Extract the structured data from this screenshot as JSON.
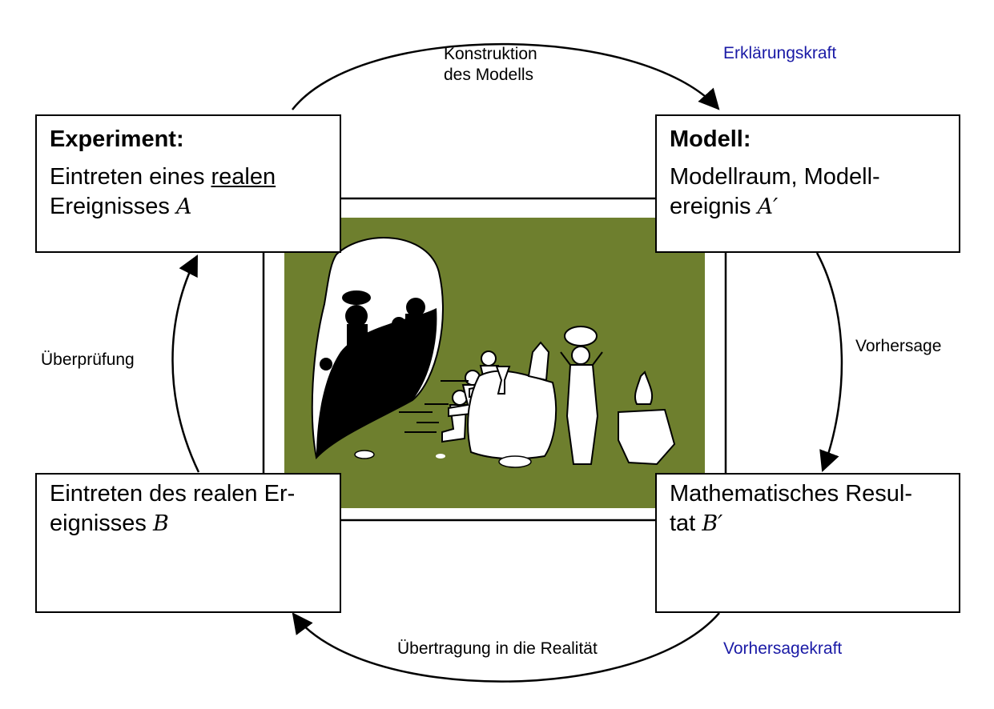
{
  "colors": {
    "accent_blue": "#1a1aa6",
    "picture_background": "#6e7f2e"
  },
  "boxes": {
    "experiment": {
      "title": "Experiment:",
      "body_prefix": "Eintreten eines ",
      "body_underlined": "realen",
      "body_line2": "Ereignisses",
      "symbol": "A"
    },
    "model": {
      "title": "Modell:",
      "body_line1": "Modellraum, Modell-",
      "body_line2": "ereignis",
      "symbol": "A′"
    },
    "real_event_b": {
      "body_line1": "Eintreten des realen Er-",
      "body_line2": "eignisses",
      "symbol": "B"
    },
    "math_result": {
      "body_line1": "Mathematisches Resul-",
      "body_line2": "tat",
      "symbol": "B′"
    }
  },
  "labels": {
    "construction_line1": "Konstruktion",
    "construction_line2": "des Modells",
    "explanatory_power": "Erklärungskraft",
    "prediction": "Vorhersage",
    "verification": "Überprüfung",
    "transfer": "Übertragung in die Realität",
    "predictive_power": "Vorhersagekraft"
  },
  "illustration": {
    "subject": "cave-allegory-illustration"
  }
}
